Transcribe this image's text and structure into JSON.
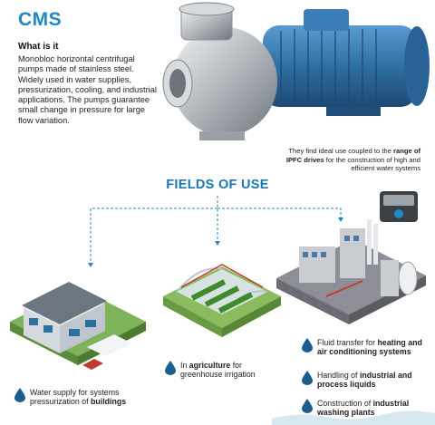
{
  "header": {
    "title": "CMS",
    "subtitle": "What is it",
    "description": "Monobloc horizontal centrifugal pumps made of stainless steel. Widely used in water supplies, pressurization, cooling, and industrial applications. The pumps guarantee small change in pressure for large flow variation."
  },
  "ipfc_note": {
    "line_start": "They find ideal use coupled to the ",
    "highlight": "range of IPFC drives",
    "line_end": " for the construction of high and efficient water systems"
  },
  "fields": {
    "title": "FIELDS OF USE"
  },
  "uses": {
    "buildings": {
      "text": "Water supply for systems pressurization of ",
      "bold": "buildings"
    },
    "agriculture": {
      "prefix": "In ",
      "bold": "agriculture",
      "suffix": " for greenhouse irrigation"
    },
    "fluid": {
      "prefix": "Fluid transfer for ",
      "bold": "heating and air conditioning systems"
    },
    "industrial": {
      "prefix": "Handling of ",
      "bold": "industrial and process liquids"
    },
    "washing": {
      "prefix": "Construction of ",
      "bold": "industrial washing plants"
    }
  },
  "colors": {
    "accent": "#1f8ac2",
    "fields_title": "#1b78b4",
    "motor_blue": "#2f6fa3",
    "drop": "#1a5d8f"
  }
}
